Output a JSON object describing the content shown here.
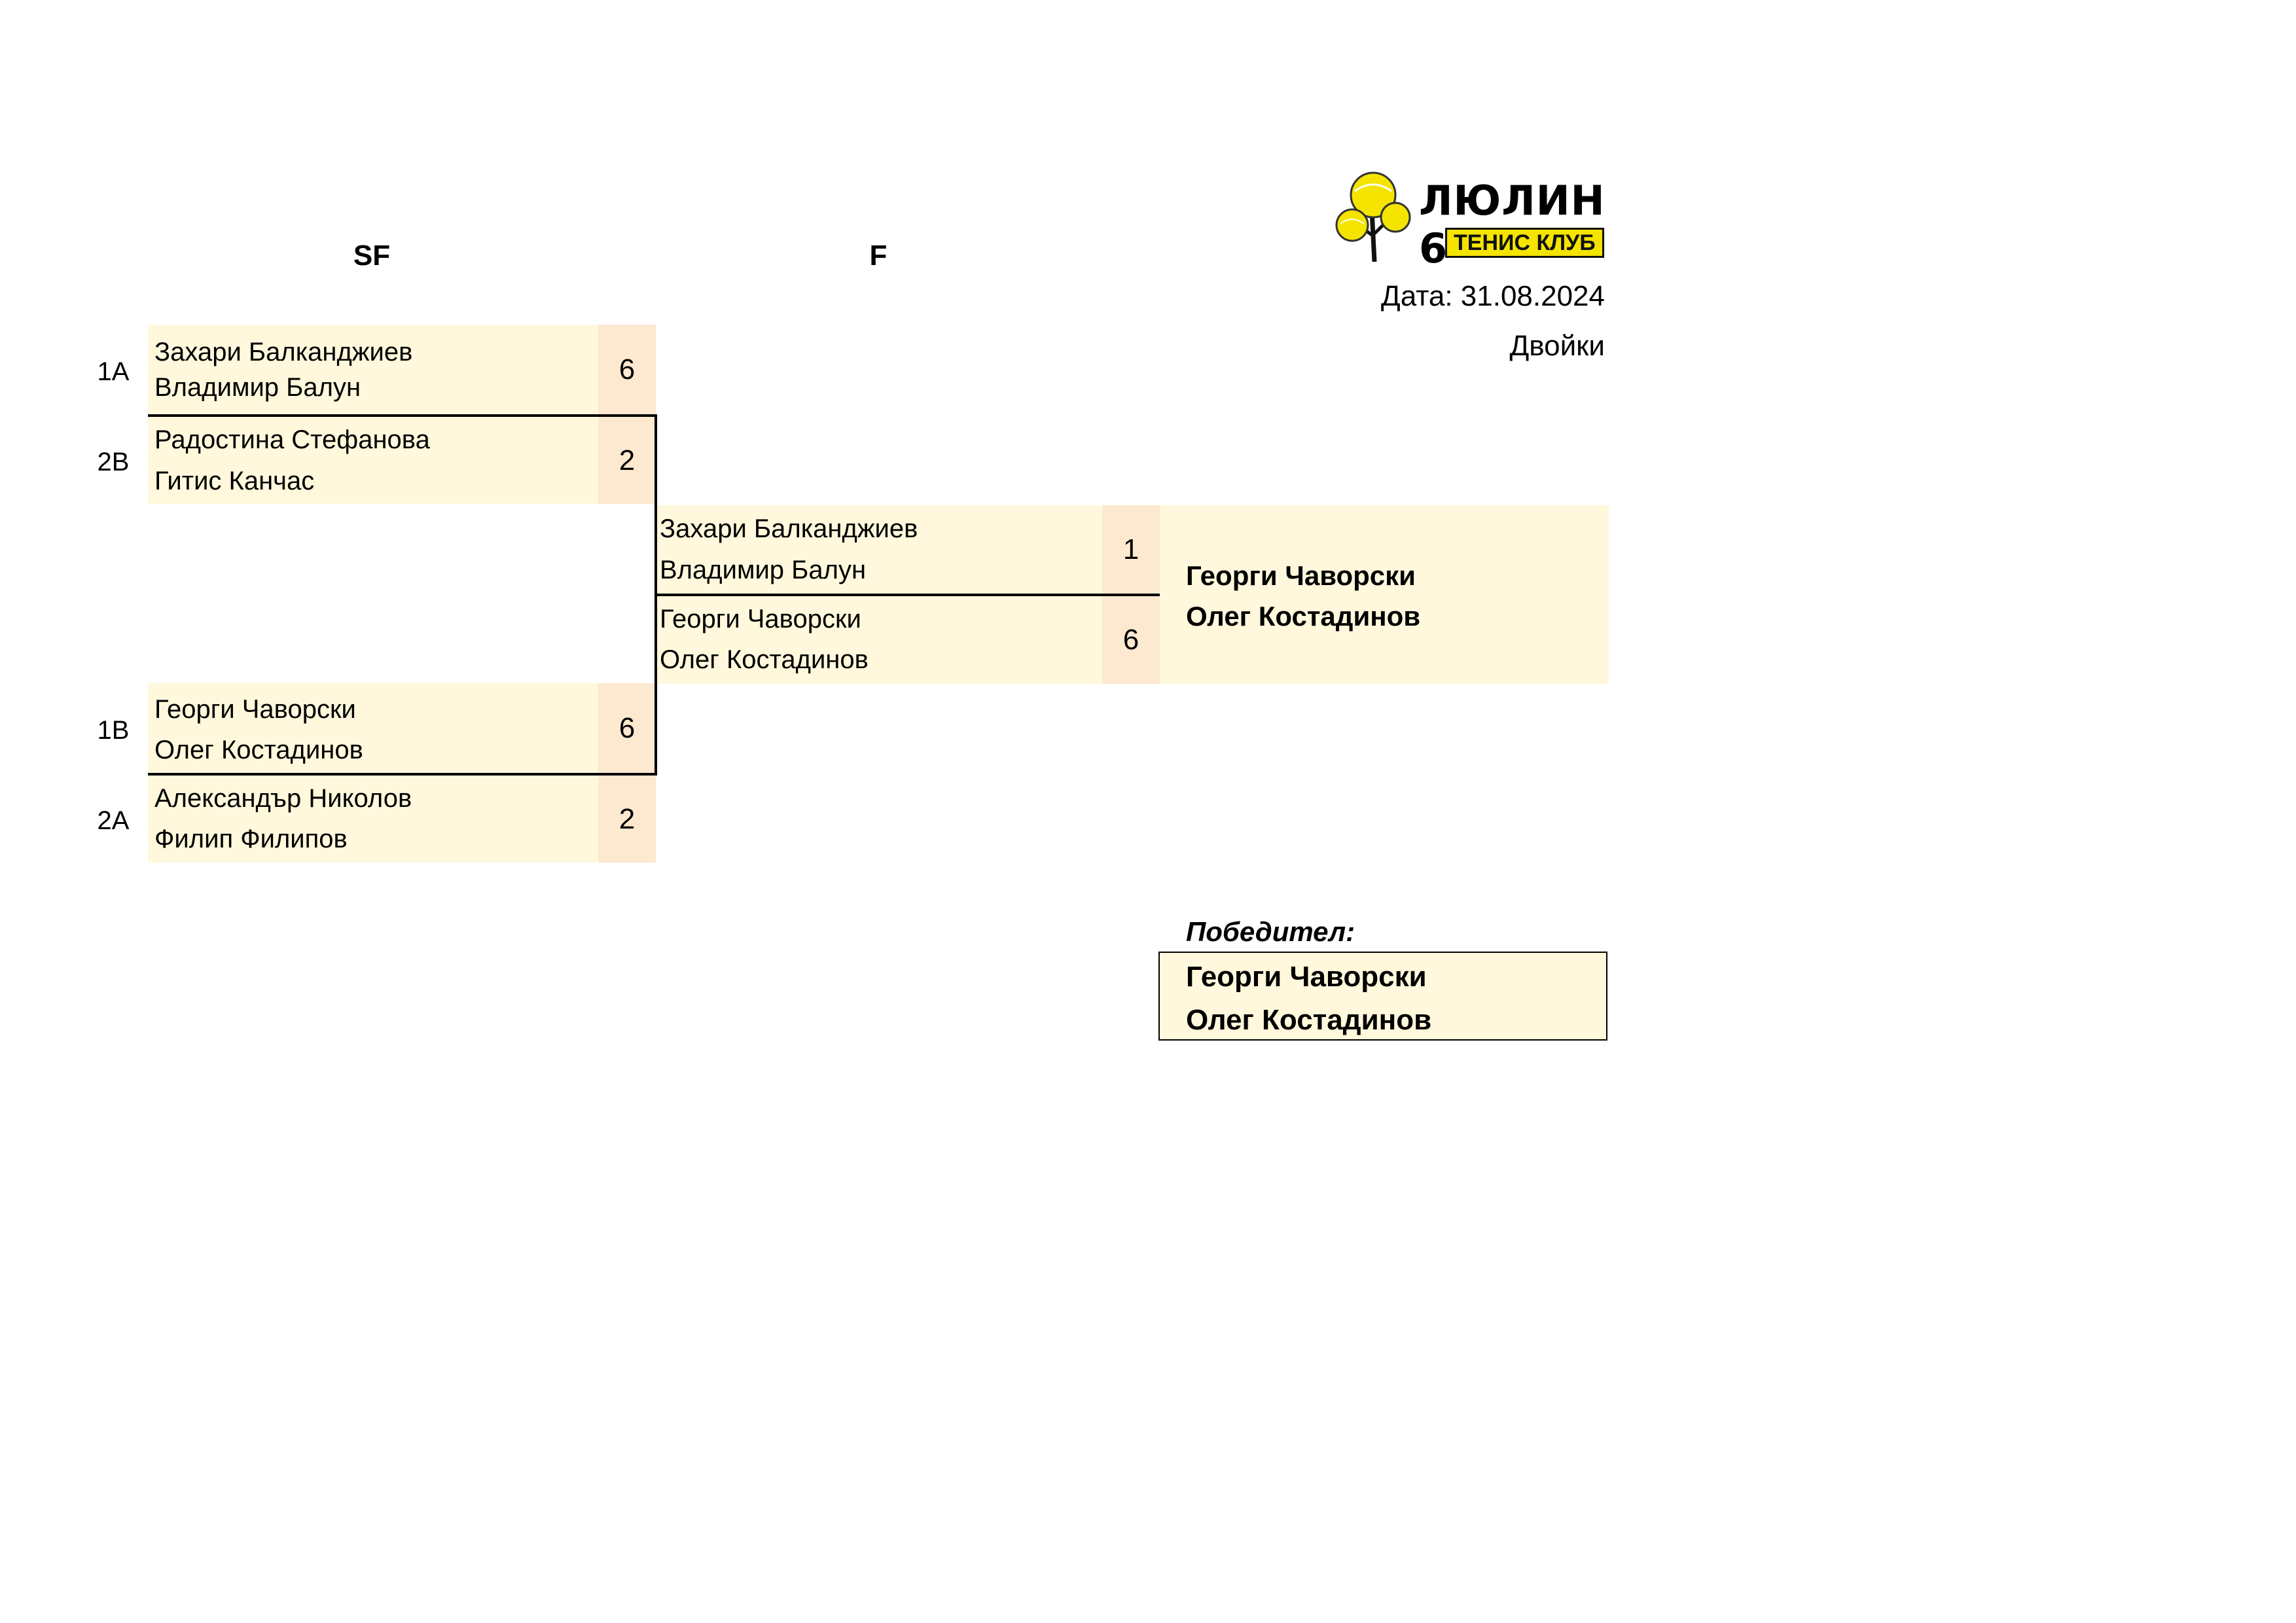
{
  "header": {
    "logo": {
      "title": "ЛЮЛИН 6",
      "subtitle": "ТЕНИС КЛУБ"
    },
    "date": "Дата: 31.08.2024",
    "category": "Двойки"
  },
  "rounds": {
    "sf": "SF",
    "f": "F"
  },
  "semifinals": [
    {
      "seed": "1A",
      "player1": "Захари Балканджиев",
      "player2": "Владимир Балун",
      "score": "6"
    },
    {
      "seed": "2B",
      "player1": "Радостина Стефанова",
      "player2": "Гитис Канчас",
      "score": "2"
    },
    {
      "seed": "1B",
      "player1": "Георги Чаворски",
      "player2": "Олег Костадинов",
      "score": "6"
    },
    {
      "seed": "2A",
      "player1": "Александър Николов",
      "player2": "Филип Филипов",
      "score": "2"
    }
  ],
  "final": [
    {
      "player1": "Захари Балканджиев",
      "player2": "Владимир Балун",
      "score": "1"
    },
    {
      "player1": "Георги Чаворски",
      "player2": "Олег Костадинов",
      "score": "6"
    }
  ],
  "champion": {
    "player1": "Георги Чаворски",
    "player2": "Олег Костадинов"
  },
  "winner_box": {
    "label": "Победител:",
    "player1": "Георги Чаворски",
    "player2": "Олег Костадинов"
  },
  "colors": {
    "cell_bg": "#fff8dc",
    "score_bg": "#fde9cf",
    "logo_yellow": "#f4e400"
  }
}
